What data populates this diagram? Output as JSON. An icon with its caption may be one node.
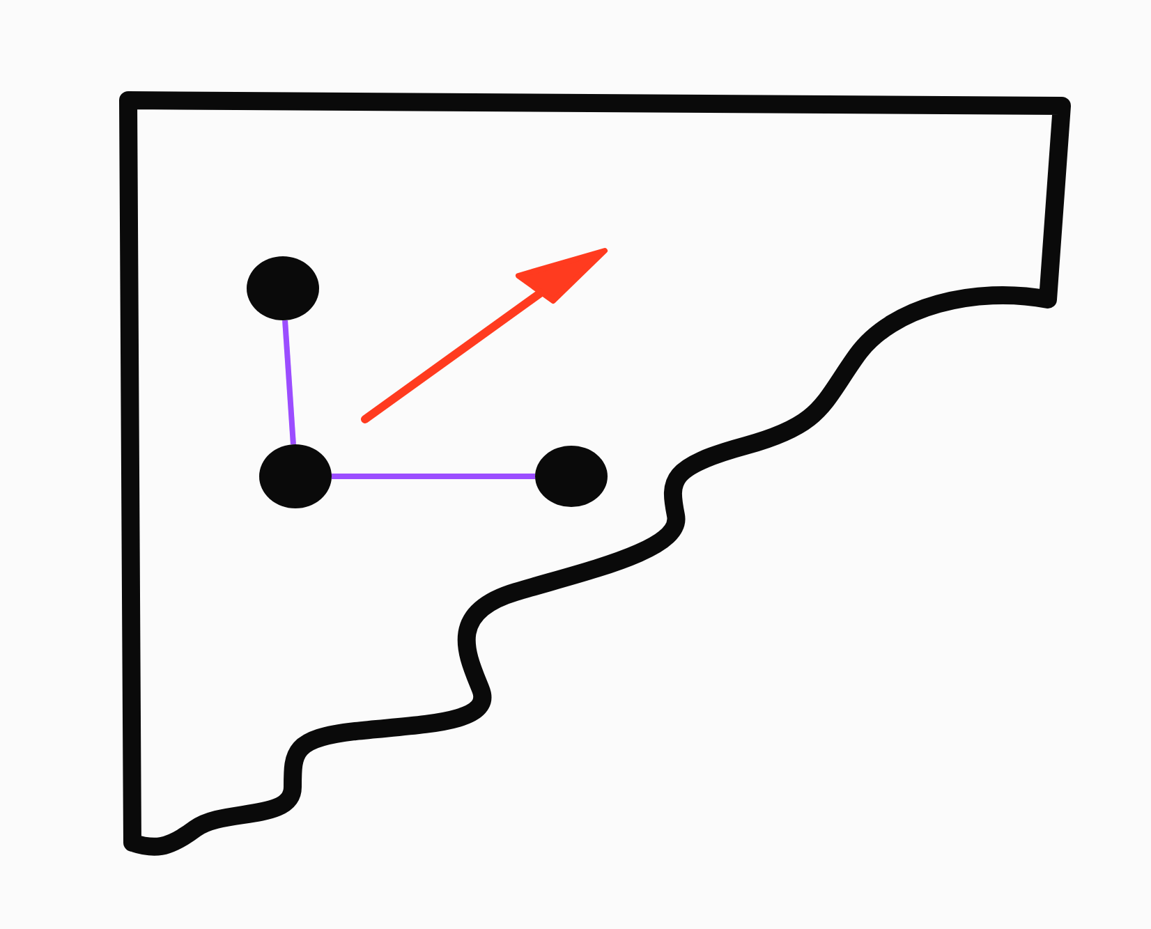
{
  "diagram": {
    "nodes": [
      {
        "text": [],
        "shape": "box"
      },
      {
        "text": [],
        "shape": "circle",
        "in": 0
      },
      {
        "text": [],
        "shape": "circle",
        "in": 0
      },
      {
        "text": [],
        "shape": "circle",
        "in": 0
      }
    ],
    "edges": [
      {
        "from": 1,
        "to": 2,
        "arrow": "none"
      },
      {
        "from": 2,
        "to": 3,
        "arrow": "none"
      }
    ]
  }
}
